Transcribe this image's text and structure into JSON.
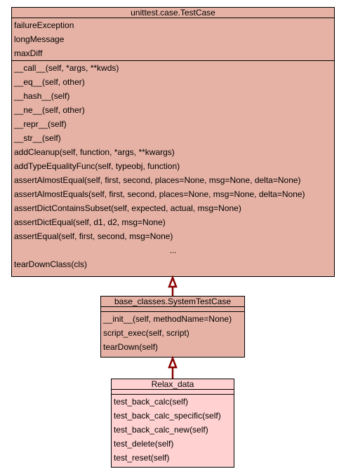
{
  "diagram": {
    "base_class": {
      "name": "unittest.case.TestCase",
      "fill": "#e6b2a5",
      "attributes": [
        "failureException",
        "longMessage",
        "maxDiff"
      ],
      "methods": [
        "__call__(self, *args, **kwds)",
        "__eq__(self, other)",
        "__hash__(self)",
        "__ne__(self, other)",
        "__repr__(self)",
        "__str__(self)",
        "addCleanup(self, function, *args, **kwargs)",
        "addTypeEqualityFunc(self, typeobj, function)",
        "assertAlmostEqual(self, first, second, places=None, msg=None, delta=None)",
        "assertAlmostEquals(self, first, second, places=None, msg=None, delta=None)",
        "assertDictContainsSubset(self, expected, actual, msg=None)",
        "assertDictEqual(self, d1, d2, msg=None)",
        "assertEqual(self, first, second, msg=None)",
        "...",
        "tearDownClass(cls)"
      ]
    },
    "middle_class": {
      "name": "base_classes.SystemTestCase",
      "fill": "#e6b2a5",
      "attributes": [],
      "methods": [
        "__init__(self, methodName=None)",
        "script_exec(self, script)",
        "tearDown(self)"
      ]
    },
    "leaf_class": {
      "name": "Relax_data",
      "fill": "#ffd1d1",
      "attributes": [],
      "methods": [
        "test_back_calc(self)",
        "test_back_calc_specific(self)",
        "test_back_calc_new(self)",
        "test_delete(self)",
        "test_reset(self)"
      ]
    },
    "edges": [
      {
        "from": "leaf_class",
        "to": "middle_class",
        "type": "inheritance",
        "color": "#8b0000"
      },
      {
        "from": "middle_class",
        "to": "base_class",
        "type": "inheritance",
        "color": "#8b0000"
      }
    ]
  }
}
